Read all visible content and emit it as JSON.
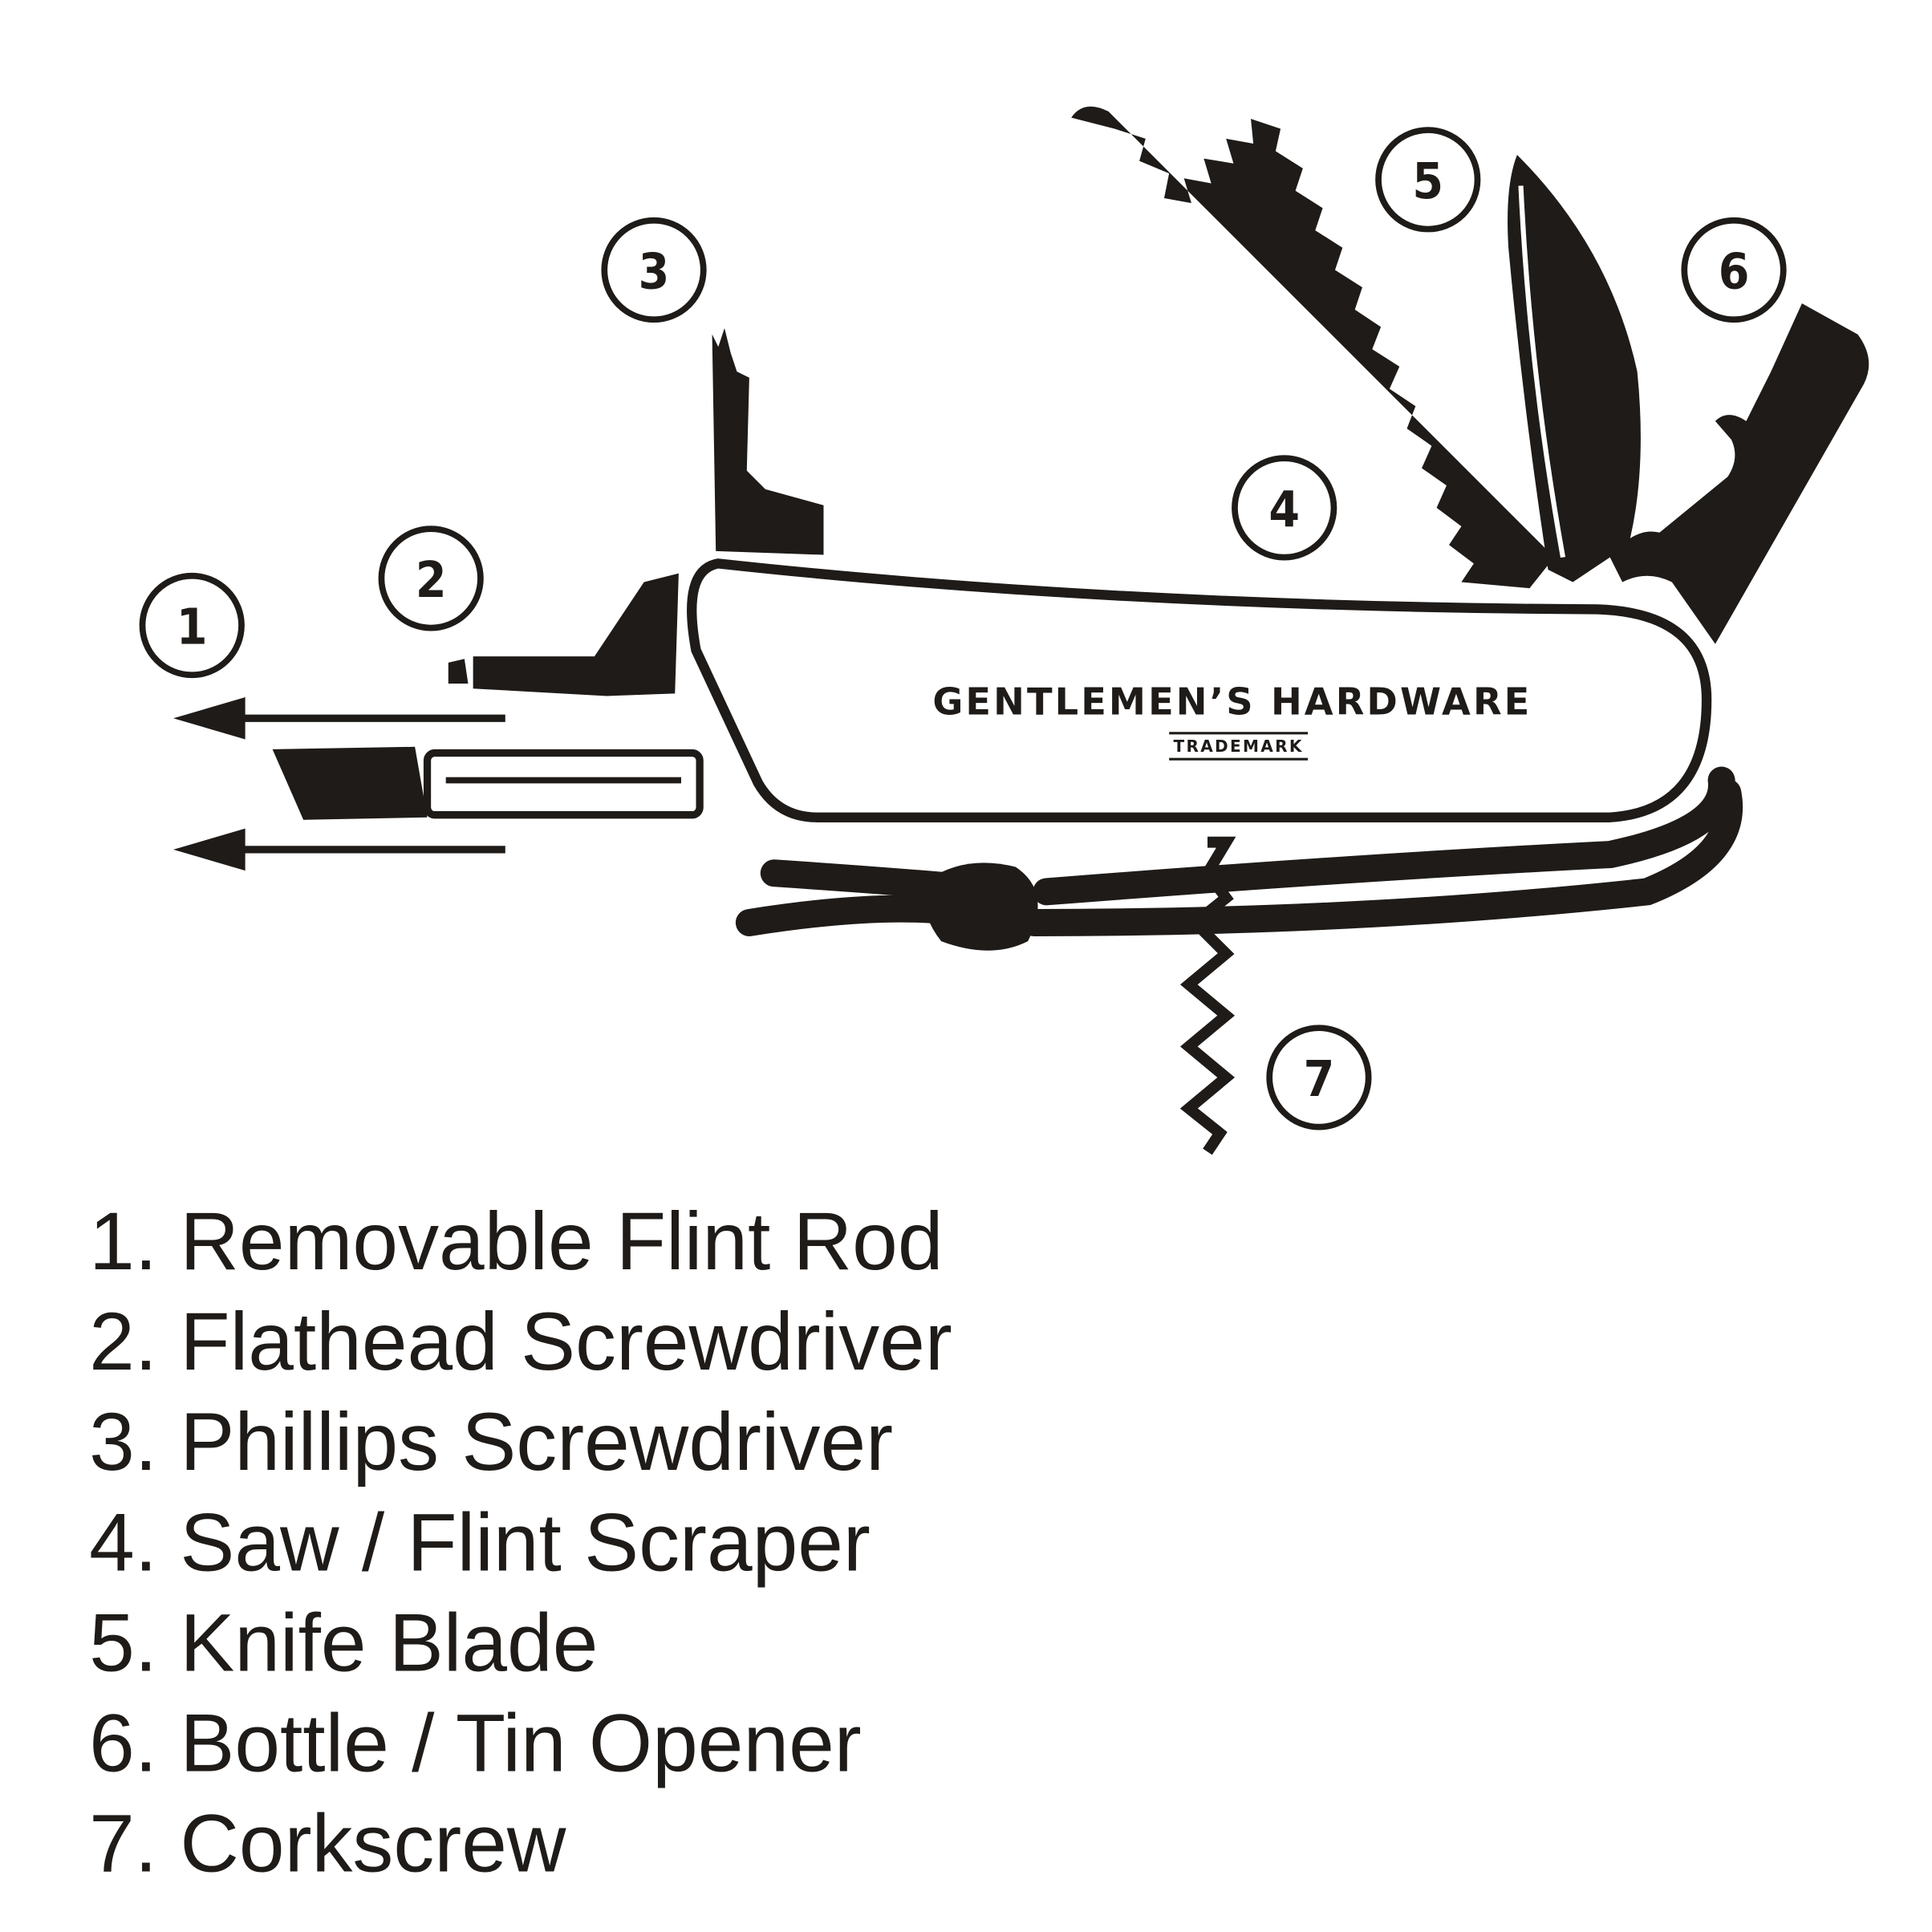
{
  "brand": {
    "name": "GENTLEMEN’S HARDWARE",
    "subtitle": "TRADEMARK"
  },
  "callouts": [
    "1",
    "2",
    "3",
    "4",
    "5",
    "6",
    "7"
  ],
  "legend": [
    "1. Removable Flint Rod",
    "2. Flathead Screwdriver",
    "3. Phillips Screwdriver",
    "4. Saw / Flint Scraper",
    "5. Knife Blade",
    "6. Bottle / Tin Opener",
    "7. Corkscrew"
  ],
  "colors": {
    "ink": "#1e1b18",
    "background": "#ffffff"
  }
}
